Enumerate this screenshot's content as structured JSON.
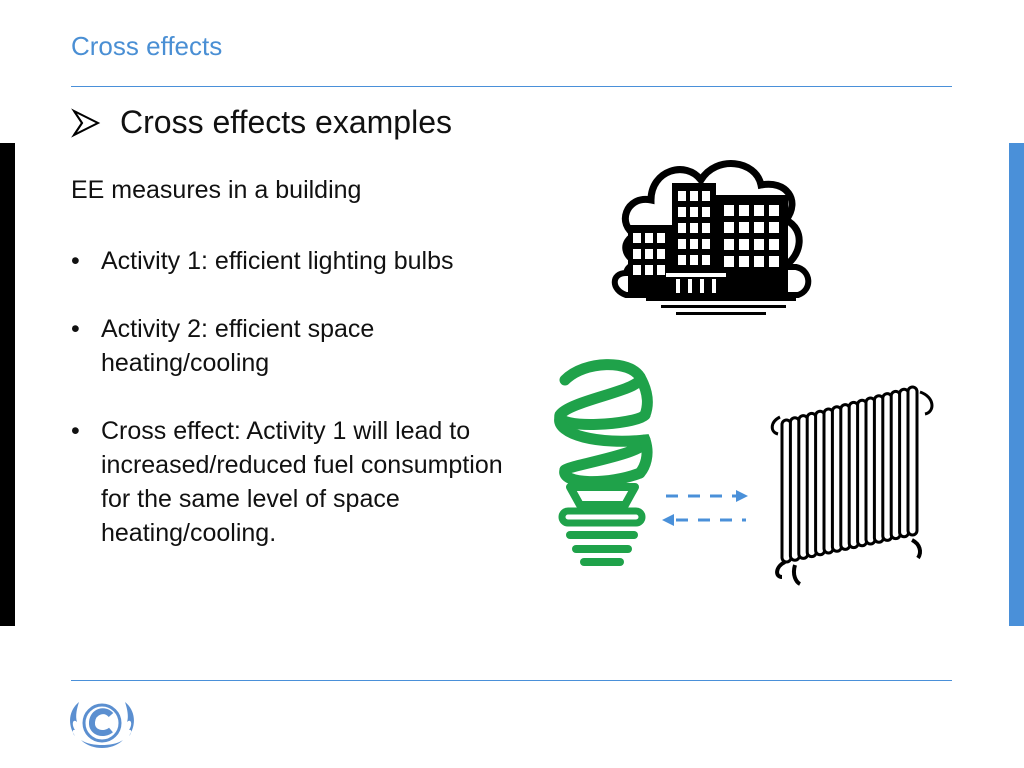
{
  "header": {
    "title": "Cross effects"
  },
  "slide": {
    "heading": "Cross effects examples",
    "intro": "EE measures in a building",
    "bullets": [
      {
        "text": "Activity 1: efficient lighting bulbs"
      },
      {
        "text": "Activity 2: efficient space heating/cooling"
      },
      {
        "text": "Cross effect: Activity 1 will lead to increased/reduced fuel consumption for the same level of space heating/cooling."
      }
    ],
    "bullet_glyph": "•"
  },
  "icons": {
    "heading_marker": "arrowhead-bullet-icon",
    "building": "office-building-icon",
    "bulb": "cfl-bulb-icon",
    "radiator": "radiator-icon",
    "arrows": "bidirectional-dashed-arrows-icon",
    "logo": "unfccc-logo"
  },
  "colors": {
    "accent_blue": "#4a90d9",
    "header_text": "#4a8fd4",
    "bulb_green": "#1fa24a",
    "left_bar": "#000000",
    "right_bar": "#4a90d9"
  }
}
